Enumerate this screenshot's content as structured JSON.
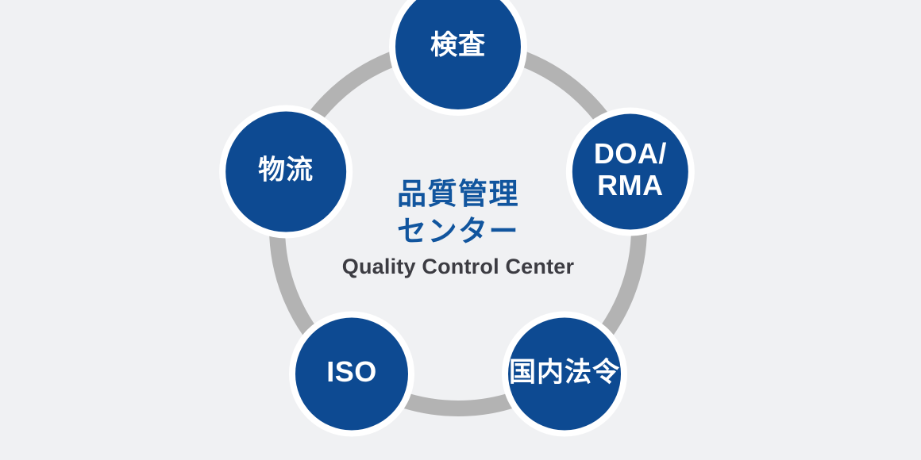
{
  "diagram": {
    "type": "hub-and-spoke-circle",
    "background_color": "#f0f1f3",
    "ring_color": "#b3b3b3",
    "node_color": "#0d4a92",
    "node_halo_color": "#ffffff",
    "center": {
      "title_jp": "品質管理\nセンター",
      "title_jp_line1": "品質管理",
      "title_jp_line2": "センター",
      "title_en": "Quality Control Center",
      "title_jp_color": "#11559e",
      "title_en_color": "#3c3c42"
    },
    "nodes": [
      {
        "id": "inspection",
        "label": "検査",
        "script": "jp",
        "lines": [
          "検査"
        ],
        "angle_deg": 270,
        "radius": 79
      },
      {
        "id": "doa-rma",
        "label": "DOA/RMA",
        "script": "latin",
        "lines": [
          "DOA/",
          "RMA"
        ],
        "angle_deg": 342,
        "radius": 73
      },
      {
        "id": "domestic-law",
        "label": "国内法令",
        "script": "jp",
        "lines": [
          "国内法令"
        ],
        "angle_deg": 54,
        "radius": 71
      },
      {
        "id": "iso",
        "label": "ISO",
        "script": "latin",
        "lines": [
          "ISO"
        ],
        "angle_deg": 126,
        "radius": 71
      },
      {
        "id": "logistics",
        "label": "物流",
        "script": "jp",
        "lines": [
          "物流"
        ],
        "angle_deg": 198,
        "radius": 76
      }
    ]
  }
}
